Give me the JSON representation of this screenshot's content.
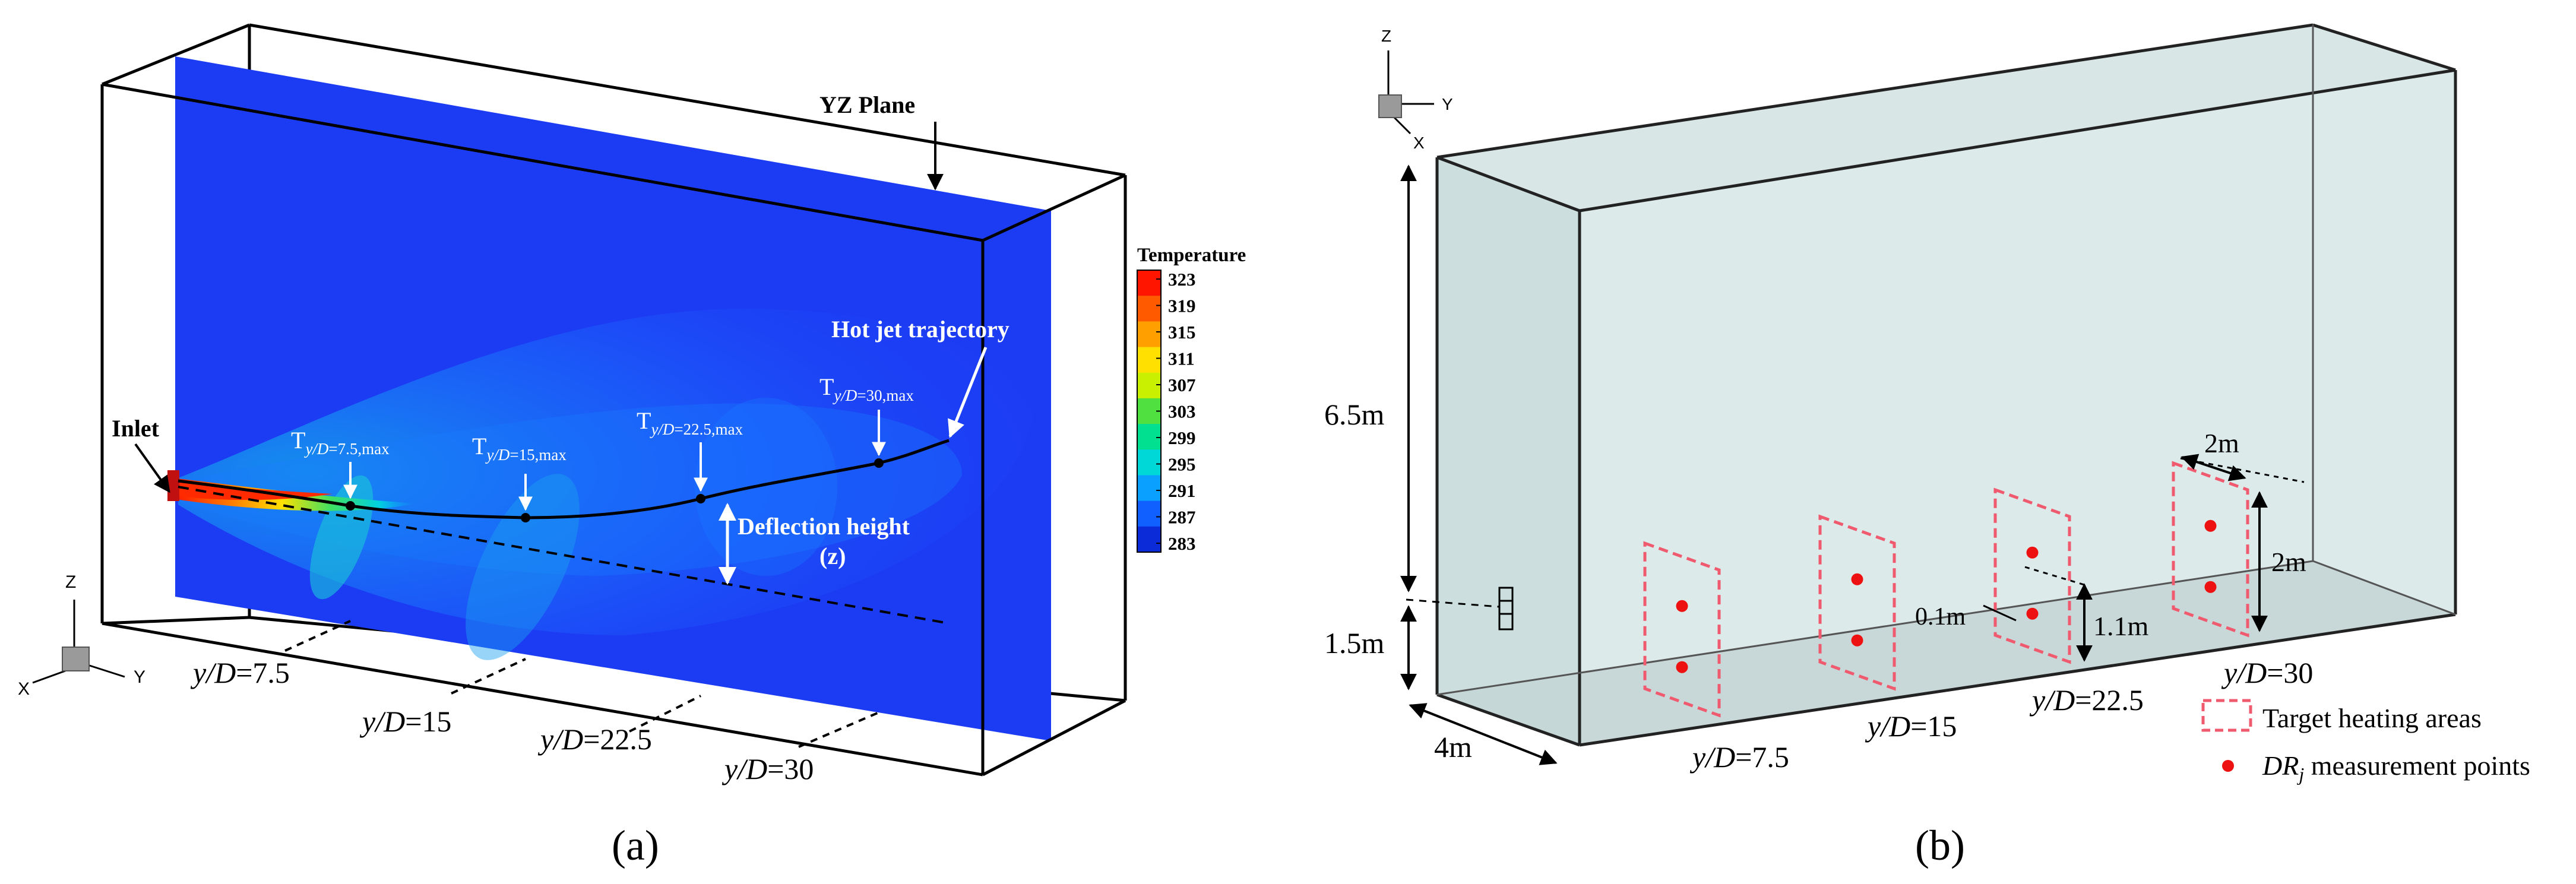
{
  "panel_a": {
    "caption": "(a)",
    "plane_label": "YZ Plane",
    "inlet_label": "Inlet",
    "trajectory_label": "Hot jet trajectory",
    "deflection_label": "Deflection height",
    "deflection_symbol": "(z)",
    "max_markers": [
      {
        "base": "T",
        "sub_italic": "y/D",
        "sub_rest": "=7.5,max"
      },
      {
        "base": "T",
        "sub_italic": "y/D",
        "sub_rest": "=15,max"
      },
      {
        "base": "T",
        "sub_italic": "y/D",
        "sub_rest": "=22.5,max"
      },
      {
        "base": "T",
        "sub_italic": "y/D",
        "sub_rest": "=30,max"
      }
    ],
    "stations": [
      {
        "italic": "y/D",
        "rest": "=7.5"
      },
      {
        "italic": "y/D",
        "rest": "=15"
      },
      {
        "italic": "y/D",
        "rest": "=22.5"
      },
      {
        "italic": "y/D",
        "rest": "=30"
      }
    ],
    "axes": {
      "z": "Z",
      "x": "X",
      "y": "Y"
    },
    "colorbar": {
      "title": "Temperature",
      "ticks": [
        "323",
        "319",
        "315",
        "311",
        "307",
        "303",
        "299",
        "295",
        "291",
        "287",
        "283"
      ],
      "colors": [
        "#ff1500",
        "#ff5a00",
        "#ffa000",
        "#ffe000",
        "#c8f000",
        "#50e040",
        "#00e090",
        "#00d8d8",
        "#0aa0ff",
        "#1060ff",
        "#0b2ad8"
      ]
    }
  },
  "panel_b": {
    "caption": "(b)",
    "dims": {
      "height": "6.5m",
      "inlet_height": "1.5m",
      "width": "4m",
      "area_width": "2m",
      "area_height": "2m",
      "offset": "0.1m",
      "point_height": "1.1m"
    },
    "stations": [
      {
        "italic": "y/D",
        "rest": "=7.5"
      },
      {
        "italic": "y/D",
        "rest": "=15"
      },
      {
        "italic": "y/D",
        "rest": "=22.5"
      },
      {
        "italic": "y/D",
        "rest": "=30"
      }
    ],
    "legend": {
      "heating_areas": "Target heating areas",
      "points_italic": "DR",
      "points_sub": "j",
      "points_rest": " measurement points"
    },
    "axes": {
      "z": "Z",
      "x": "X",
      "y": "Y"
    },
    "colors": {
      "room_fill": "#dceaea",
      "heating_area": "#f05a6e",
      "point": "#ee1111"
    }
  }
}
